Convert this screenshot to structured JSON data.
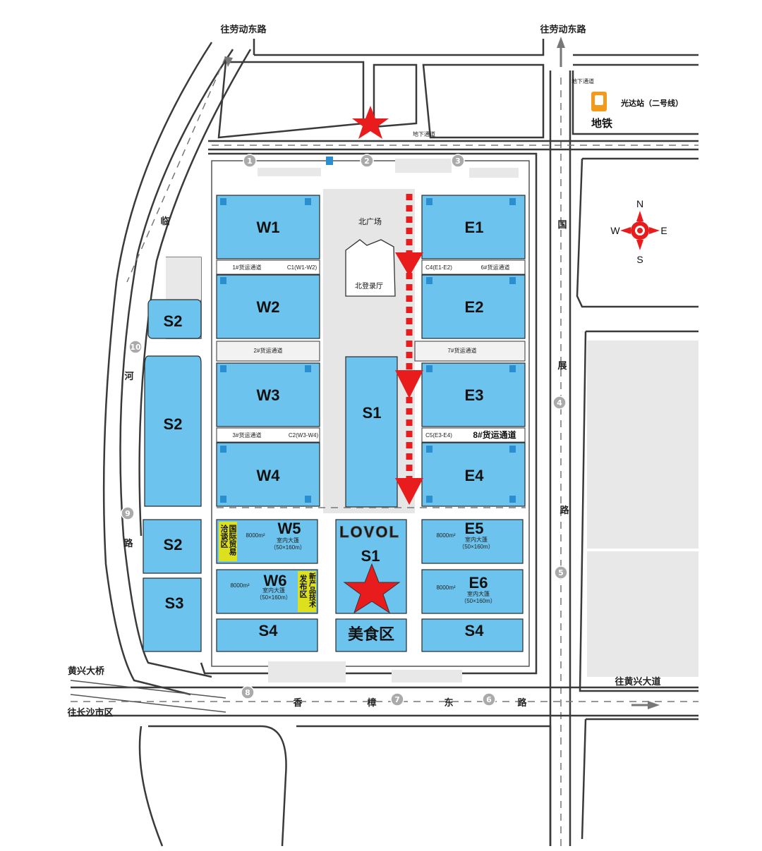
{
  "roads": {
    "north_left": "往劳动东路",
    "north_right": "往劳动东路",
    "west_chars": [
      "临",
      "河",
      "路"
    ],
    "east_chars": [
      "国",
      "展",
      "路"
    ],
    "south_chars": [
      "香",
      "樟",
      "东",
      "路"
    ],
    "huangxing_bridge": "黄兴大桥",
    "to_changsha": "往长沙市区",
    "to_huangxing": "往黄兴大道"
  },
  "metro": {
    "station": "光达站（二号线）",
    "label": "地铁",
    "underpass": "地下通道"
  },
  "compass": {
    "n": "N",
    "s": "S",
    "e": "E",
    "w": "W"
  },
  "north_plaza": {
    "name": "北广场",
    "hall": "北登录厅"
  },
  "halls": {
    "W1": "W1",
    "W2": "W2",
    "W3": "W3",
    "W4": "W4",
    "W5": "W5",
    "W6": "W6",
    "E1": "E1",
    "E2": "E2",
    "E3": "E3",
    "E4": "E4",
    "E5": "E5",
    "E6": "E6",
    "S1": "S1",
    "S1b": "S1",
    "S2a": "S2",
    "S2b": "S2",
    "S2c": "S2",
    "S3": "S3",
    "S4a": "S4",
    "S4b": "S4",
    "food": "美食区"
  },
  "corridors": {
    "c1": "1#货运通道",
    "c1w": "C1(W1-W2)",
    "c4": "C4(E1-E2)",
    "c6": "6#货运通道",
    "c2": "2#货运通道",
    "c7": "7#货运通道",
    "c3": "3#货运通道",
    "c2w": "C2(W3-W4)",
    "c5": "C5(E3-E4)",
    "c8": "8#货运通道"
  },
  "tent_info": {
    "area": "8000m²",
    "tent": "室内大篷",
    "size": "（50×160m）"
  },
  "zones": {
    "negotiation": "洽谈区",
    "trade": "国际贸易",
    "launch": "发布区",
    "newtech": "新产品技术"
  },
  "brand": "LOVOL",
  "gates": [
    "1",
    "2",
    "3",
    "4",
    "5",
    "6",
    "7",
    "8",
    "9",
    "10"
  ],
  "colors": {
    "hall": "#6cc4ee",
    "arrow": "#e81c1c",
    "star": "#e81c1c",
    "zone": "#dde01d"
  }
}
